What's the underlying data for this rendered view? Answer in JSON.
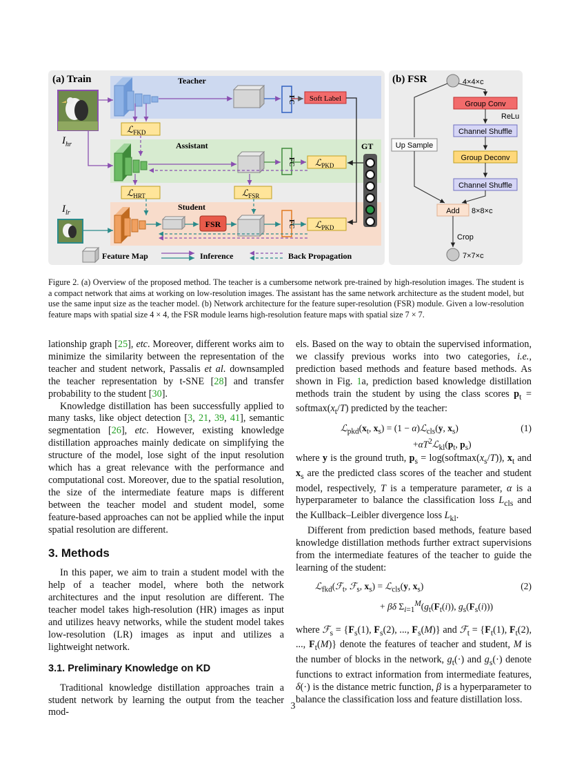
{
  "figure": {
    "train_title": "(a) Train",
    "fsr_title": "(b) FSR",
    "teacher": "Teacher",
    "assistant": "Assistant",
    "student": "Student",
    "gt": "GT",
    "ihr": "I",
    "ihr_sub": "hr",
    "ilr": "I",
    "ilr_sub": "lr",
    "fc": "FC",
    "soft_label": "Soft Label",
    "fsr_box": "FSR",
    "l_fkd": "FKD",
    "l_pkd": "PKD",
    "l_hrt": "HRT",
    "l_fsr": "FSR",
    "legend_feature_map": "Feature Map",
    "legend_inference": "Inference",
    "legend_backprop": "Back Propagation",
    "fsr_input": "4×4×c",
    "group_conv": "Group Conv",
    "relu": "ReLu",
    "channel_shuffle_1": "Channel Shuffle",
    "up_sample": "Up Sample",
    "group_deconv": "Group Deconv",
    "channel_shuffle_2": "Channel Shuffle",
    "add": "Add",
    "add_size": "8×8×c",
    "crop": "Crop",
    "fsr_output": "7×7×c"
  },
  "caption": "Figure 2. (a) Overview of the proposed method. The teacher is a cumbersome network pre-trained by high-resolution images. The student is a compact network that aims at working on low-resolution images. The assistant has the same network architecture as the student model, but use the same input size as the teacher model. (b) Network architecture for the feature super-resolution (FSR) module. Given a low-resolution feature maps with spatial size 4 × 4, the FSR module learns high-resolution feature maps with spatial size 7 × 7.",
  "left_col": {
    "p1_a": "lationship graph [",
    "p1_c1": "25",
    "p1_b": "], ",
    "p1_etc": "etc",
    "p1_c": ". Moreover, different works aim to minimize the similarity between the representation of the teacher and student network, Passalis ",
    "p1_etal": "et al",
    "p1_d": ". downsampled the teacher representation by t-SNE [",
    "p1_c2": "28",
    "p1_e": "] and transfer probability to the student [",
    "p1_c3": "30",
    "p1_f": "].",
    "p2_a": "Knowledge distillation has been successfully applied to many tasks, like object detection [",
    "p2_c1": "3",
    "p2_sep1": ", ",
    "p2_c2": "21",
    "p2_sep2": ", ",
    "p2_c3": "39",
    "p2_sep3": ", ",
    "p2_c4": "41",
    "p2_b": "], semantic segmentation [",
    "p2_c5": "26",
    "p2_c": "], ",
    "p2_etc": "etc",
    "p2_d": ". However, existing knowledge distillation approaches mainly dedicate on simplifying the structure of the model, lose sight of the input resolution which has a great relevance with the performance and computational cost. Moreover, due to the spatial resolution, the size of the intermediate feature maps is different between the teacher model and student model, some feature-based approaches can not be applied while the input spatial resolution are different.",
    "sec3": "3. Methods",
    "p3": "In this paper, we aim to train a student model with the help of a teacher model, where both the network architectures and the input resolution are different. The teacher model takes high-resolution (HR) images as input and utilizes heavy networks, while the student model takes low-resolution (LR) images as input and utilizes a lightweight network.",
    "sec31": "3.1. Preliminary Knowledge on KD",
    "p4": "Traditional knowledge distillation approaches train a student network by learning the output from the teacher mod-"
  },
  "right_col": {
    "p1_a": "els. Based on the way to obtain the supervised information, we classify previous works into two categories, ",
    "p1_ie": "i.e.",
    "p1_b": ", prediction based methods and feature based methods. As shown in Fig. ",
    "p1_fig": "1",
    "p1_c": "a, prediction based knowledge distillation methods train the student by using the class scores ",
    "p1_d": " predicted by the teacher:",
    "eq1_num": "(1)",
    "p2": "is the ground truth,",
    "p2_b": "are the predicted class scores of the teacher and student model, respectively,",
    "p2_c": "is a temperature parameter,",
    "p2_d": "is a hyperparameter to balance the classification loss",
    "p2_e": "and the Kullback–Leibler divergence loss",
    "p3": "Different from prediction based methods, feature based knowledge distillation methods further extract supervisions from the intermediate features of the teacher to guide the learning of the student:",
    "eq2_num": "(2)",
    "p4_a": "denote the features of teacher and student,",
    "p4_b": "is the number of blocks in the network,",
    "p4_c": "denote functions to extract information from intermediate features,",
    "p4_d": "is the distance metric function,",
    "p4_e": "is a hyperparameter to balance the classification loss and feature distillation loss."
  },
  "page_number": "3"
}
